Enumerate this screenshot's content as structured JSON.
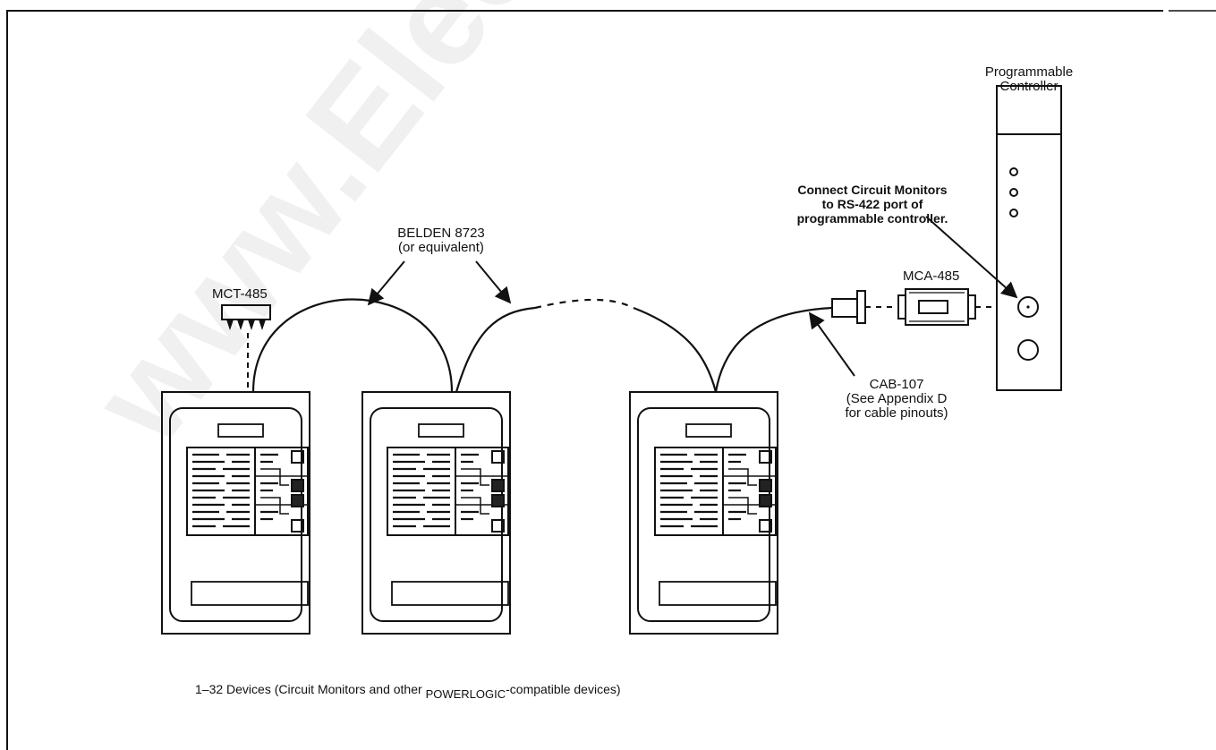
{
  "labels": {
    "programmable_controller": "Programmable\nController",
    "connect_note": "Connect Circuit Monitors\nto RS-422 port of\nprogrammable controller.",
    "belden": "BELDEN 8723\n(or equivalent)",
    "mct": "MCT-485",
    "mca": "MCA-485",
    "cab": "CAB-107\n(See Appendix D\nfor cable pinouts)",
    "devices_prefix": "1–32 Devices (Circuit Monitors and other ",
    "devices_brand": "POWERLOGIC",
    "devices_suffix": "-compatible devices)"
  },
  "watermark": "www.ElectricalPartManuals.com"
}
